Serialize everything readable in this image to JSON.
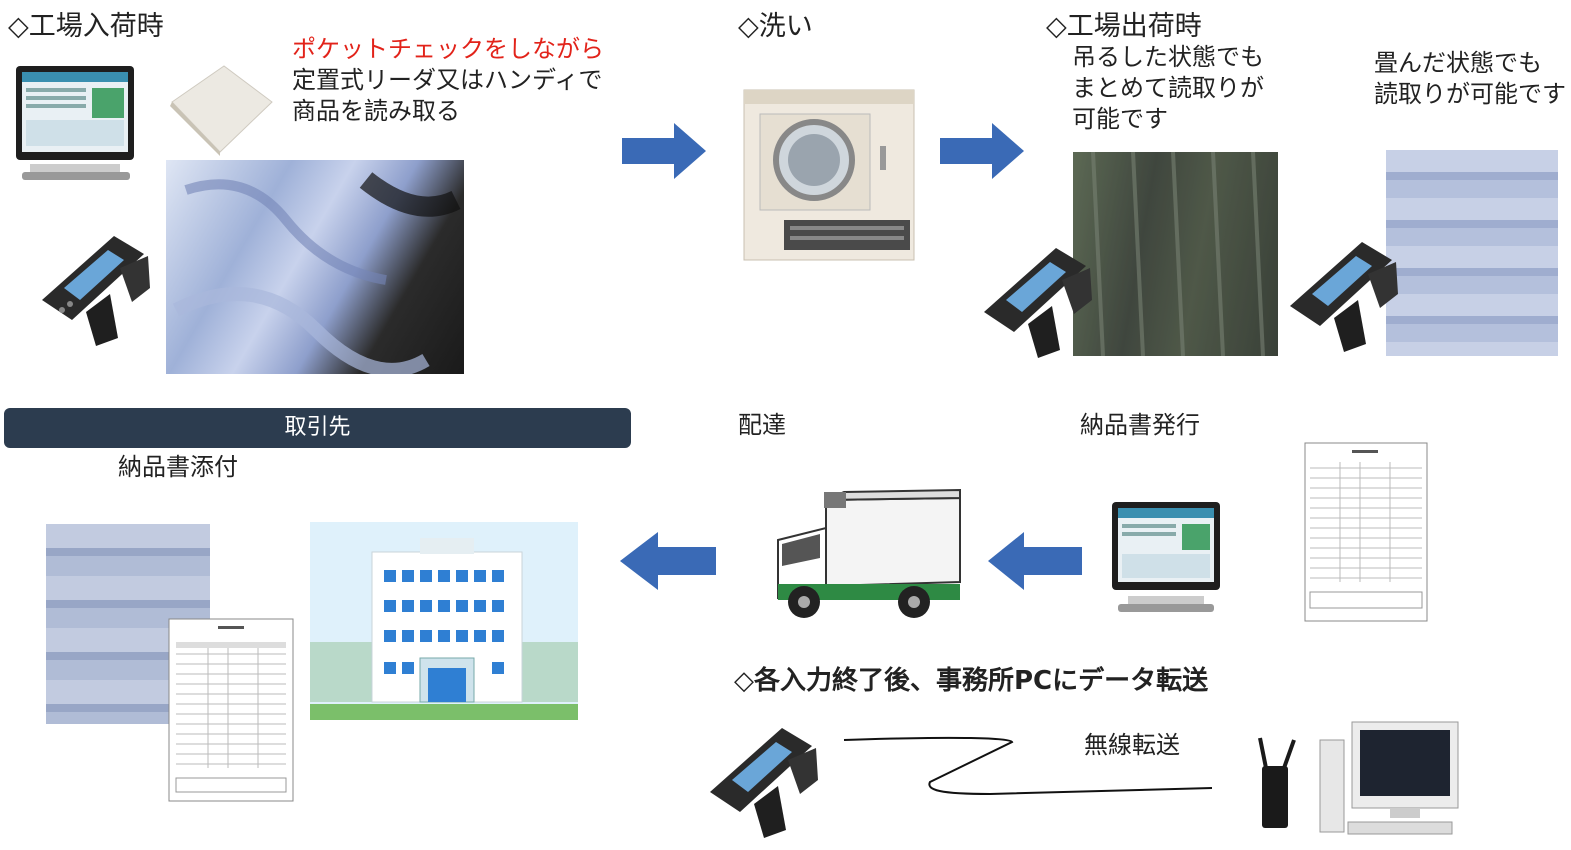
{
  "sections": {
    "factory_in": {
      "title": "◇工場入荷時",
      "desc_red": "ポケットチェックをしながら",
      "desc_line2": "定置式リーダ又はハンディで",
      "desc_line3": "商品を読み取る"
    },
    "wash": {
      "title": "◇洗い"
    },
    "factory_out": {
      "title": "◇工場出荷時",
      "hanging_line1": "吊るした状態でも",
      "hanging_line2": "まとめて読取りが",
      "hanging_line3": "可能です",
      "folded_line1": "畳んだ状態でも",
      "folded_line2": "読取りが可能です"
    },
    "client": {
      "banner": "取引先",
      "attach": "納品書添付"
    },
    "delivery": {
      "label": "配達"
    },
    "invoice": {
      "label": "納品書発行"
    },
    "transfer": {
      "title": "◇各入力終了後、事務所PCにデータ転送",
      "wireless": "無線転送"
    }
  },
  "colors": {
    "arrow": "#3a6ab6",
    "banner": "#2c3c4f",
    "highlight": "#e2231a"
  }
}
